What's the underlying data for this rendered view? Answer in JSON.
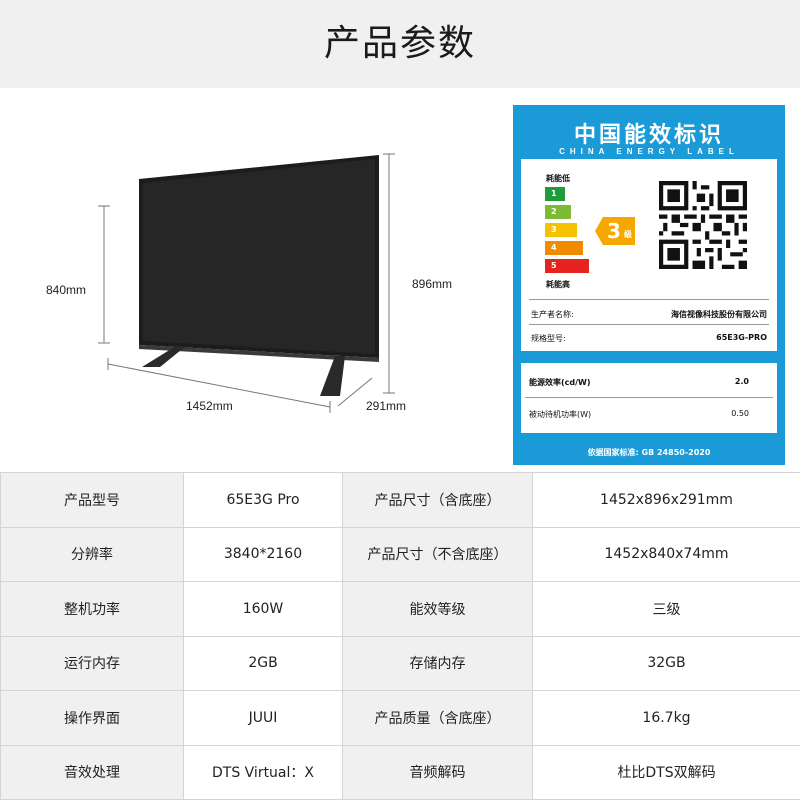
{
  "header": {
    "title": "产品参数"
  },
  "dimensions": {
    "height_screen": "840mm",
    "height_total": "896mm",
    "width": "1452mm",
    "depth": "291mm"
  },
  "energy_label": {
    "title": "中国能效标识",
    "subtitle": "CHINA ENERGY LABEL",
    "low_label": "耗能低",
    "high_label": "耗能高",
    "grades": [
      "1",
      "2",
      "3",
      "4",
      "5"
    ],
    "grade_colors": [
      "#1e9b3b",
      "#7dbb35",
      "#f6c200",
      "#f08a00",
      "#e52420"
    ],
    "current_grade": "3",
    "grade_suffix": "级",
    "manufacturer_label": "生产者名称:",
    "manufacturer": "海信视像科技股份有限公司",
    "model_label": "规格型号:",
    "model": "65E3G-PRO",
    "efficiency_label": "能源效率(cd/W)",
    "efficiency_value": "2.0",
    "standby_label": "被动待机功率(W)",
    "standby_value": "0.50",
    "footer": "依据国家标准: GB 24850-2020",
    "color": "#1a9bd8"
  },
  "specs": [
    {
      "label1": "产品型号",
      "value1": "65E3G Pro",
      "label2": "产品尺寸（含底座）",
      "value2": "1452x896x291mm"
    },
    {
      "label1": "分辨率",
      "value1": "3840*2160",
      "label2": "产品尺寸（不含底座）",
      "value2": "1452x840x74mm"
    },
    {
      "label1": "整机功率",
      "value1": "160W",
      "label2": "能效等级",
      "value2": "三级"
    },
    {
      "label1": "运行内存",
      "value1": "2GB",
      "label2": "存储内存",
      "value2": "32GB"
    },
    {
      "label1": "操作界面",
      "value1": "JUUI",
      "label2": "产品质量（含底座）",
      "value2": "16.7kg"
    },
    {
      "label1": "音效处理",
      "value1": "DTS Virtual：X",
      "label2": "音频解码",
      "value2": "杜比DTS双解码"
    }
  ]
}
